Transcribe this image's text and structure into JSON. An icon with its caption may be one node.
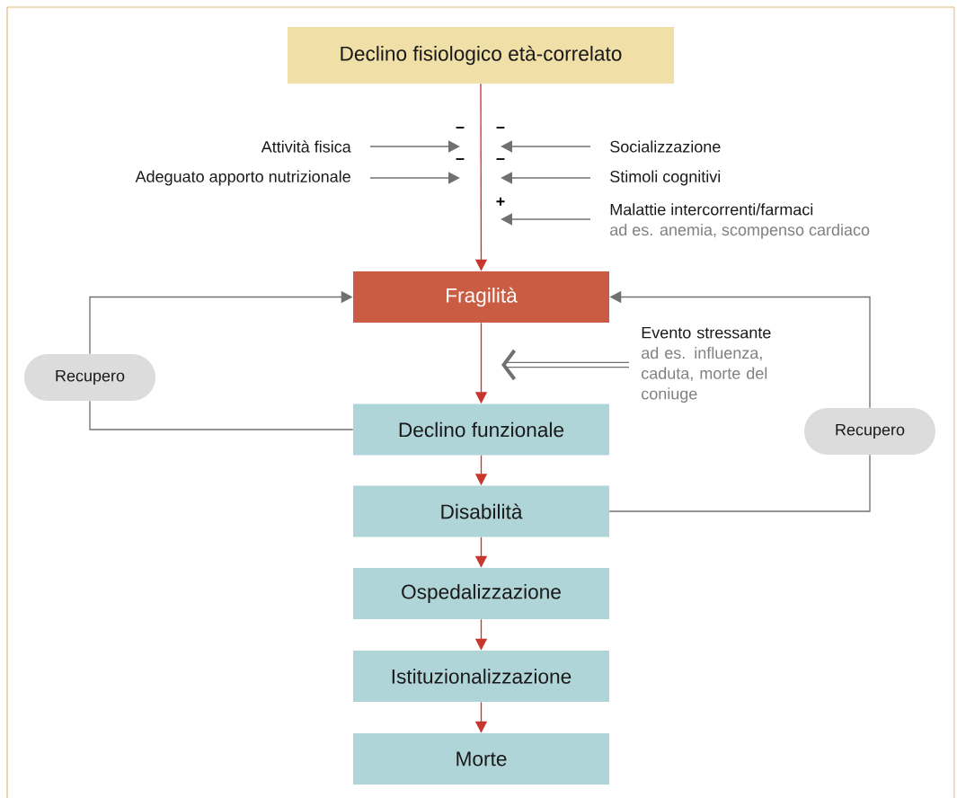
{
  "diagram": {
    "nodes": [
      {
        "text": [
          "Declino fisiologico età-correlato"
        ]
      },
      {
        "text": [
          "Attività fisica"
        ]
      },
      {
        "text": [
          "Adeguato apporto nutrizionale"
        ]
      },
      {
        "text": [
          "Socializzazione"
        ]
      },
      {
        "text": [
          "Stimoli cognitivi"
        ]
      },
      {
        "text": [
          "Malattie intercorrenti/farmaci",
          "ad es. anemia, scompenso cardiaco"
        ]
      },
      {
        "text": [
          "Fragilità"
        ]
      },
      {
        "text": [
          "Evento stressante",
          "ad es. influenza, caduta, morte del coniuge"
        ]
      },
      {
        "text": [
          "Recupero"
        ]
      },
      {
        "text": [
          "Declino funzionale"
        ]
      },
      {
        "text": [
          "Recupero"
        ]
      },
      {
        "text": [
          "Disabilità"
        ]
      },
      {
        "text": [
          "Ospedalizzazione"
        ]
      },
      {
        "text": [
          "Istituzionalizzazione"
        ]
      },
      {
        "text": [
          "Morte"
        ]
      }
    ],
    "edges": [
      {
        "from": 0,
        "to": 6,
        "arrow": "to",
        "color": "#c8372d"
      },
      {
        "from": 1,
        "to": null,
        "arrow": "to",
        "label": "–"
      },
      {
        "from": 2,
        "to": null,
        "arrow": "to",
        "label": "–"
      },
      {
        "from": 3,
        "to": null,
        "arrow": "to",
        "label": "–"
      },
      {
        "from": 4,
        "to": null,
        "arrow": "to",
        "label": "–"
      },
      {
        "from": 5,
        "to": null,
        "arrow": "to",
        "label": "+"
      },
      {
        "from": 7,
        "to": null,
        "arrow": "to",
        "style": "thick"
      },
      {
        "from": 6,
        "to": 9,
        "arrow": "to",
        "color": "#c8372d"
      },
      {
        "from": 9,
        "to": 8,
        "arrow": "none"
      },
      {
        "from": 8,
        "to": 6,
        "arrow": "to"
      },
      {
        "from": 11,
        "to": 10,
        "arrow": "none"
      },
      {
        "from": 10,
        "to": 6,
        "arrow": "to"
      },
      {
        "from": 9,
        "to": 11,
        "arrow": "to",
        "color": "#c8372d"
      },
      {
        "from": 11,
        "to": 12,
        "arrow": "to",
        "color": "#c8372d"
      },
      {
        "from": 12,
        "to": 13,
        "arrow": "to",
        "color": "#c8372d"
      },
      {
        "from": 13,
        "to": 14,
        "arrow": "to",
        "color": "#c8372d"
      }
    ]
  }
}
